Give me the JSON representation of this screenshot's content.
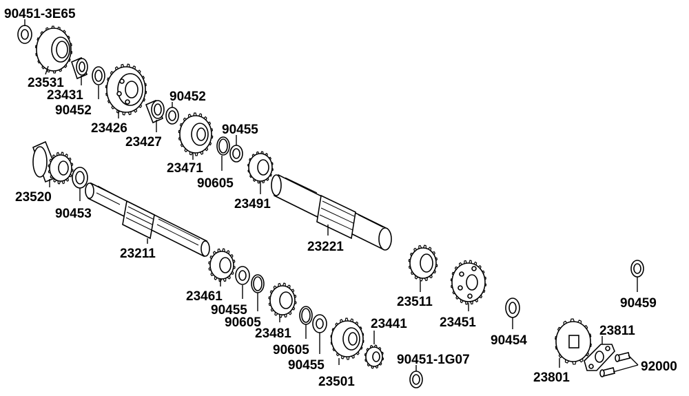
{
  "labels": {
    "p90451_3E65": "90451-3E65",
    "p23531": "23531",
    "p23431": "23431",
    "p90452a": "90452",
    "p23426": "23426",
    "p90452b": "90452",
    "p23427": "23427",
    "p90455a": "90455",
    "p23471": "23471",
    "p90605a": "90605",
    "p23491": "23491",
    "p23520": "23520",
    "p90453": "90453",
    "p23211": "23211",
    "p23221": "23221",
    "p23461": "23461",
    "p90455b": "90455",
    "p90605b": "90605",
    "p23481": "23481",
    "p90605c": "90605",
    "p90455c": "90455",
    "p23441": "23441",
    "p23501": "23501",
    "p90451_1G07": "90451-1G07",
    "p23511": "23511",
    "p23451": "23451",
    "p90454": "90454",
    "p90459": "90459",
    "p23811": "23811",
    "p92000": "92000",
    "p23801": "23801"
  }
}
